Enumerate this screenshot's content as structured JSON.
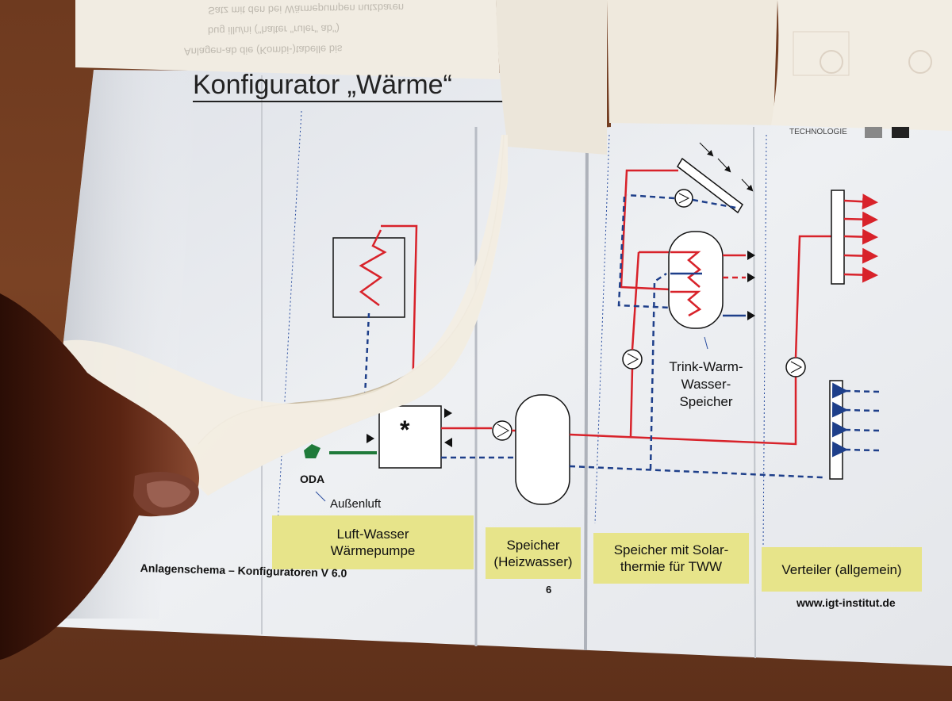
{
  "title": "Konfigurator „Wärme“",
  "brand_tag": "TECHNOLOGIE",
  "diagram": {
    "oda": "ODA",
    "outside_air": "Außenluft",
    "tank_label_lines": [
      "Trink-Warm-",
      "Wasser-",
      "Speicher"
    ],
    "heat_pump_symbol": "*"
  },
  "modules": [
    {
      "lines": [
        "Luft-Wasser",
        "Wärmepumpe"
      ]
    },
    {
      "lines": [
        "Speicher",
        "(Heizwasser)"
      ]
    },
    {
      "lines": [
        "Speicher mit Solar-",
        "thermie für TWW"
      ]
    },
    {
      "lines": [
        "Verteiler (allgemein)"
      ]
    }
  ],
  "footer": {
    "doc_title": "Anlagenschema – Konfiguratoren V 6.0",
    "page_number": "6",
    "website": "www.igt-institut.de"
  },
  "mirrored_text": [
    "Satz mit den bei Wärmepumpen nutzbaren",
    "bug illu/ni (\"halter \"ruler\" ab\")",
    "Anlagen-ab die (Kombi-)tabelle bis"
  ],
  "colors": {
    "supply": "#d8222a",
    "return": "#1e3f8a",
    "outside_air": "#1f7a3a",
    "label_bg": "#e7e48a",
    "wood": "#6e3a1f"
  }
}
